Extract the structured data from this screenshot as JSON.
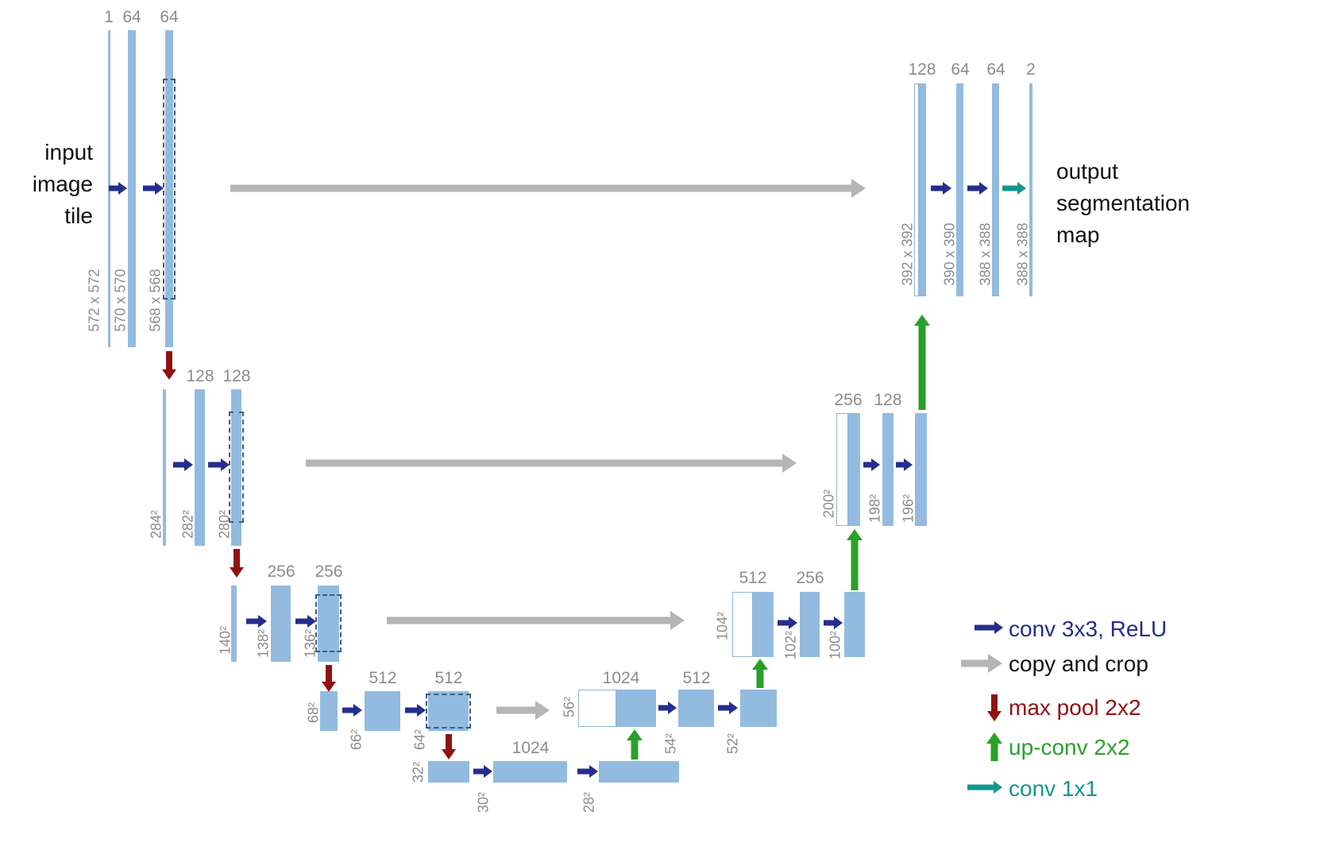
{
  "diagram": {
    "input_label": {
      "line1": "input",
      "line2": "image",
      "line3": "tile"
    },
    "output_label": {
      "line1": "output",
      "line2": "segmentation",
      "line3": "map"
    }
  },
  "encoder": {
    "level1": {
      "channels": [
        "1",
        "64",
        "64"
      ],
      "sizes": [
        "572 x 572",
        "570 x 570",
        "568 x 568"
      ]
    },
    "level2": {
      "channels": [
        "128",
        "128"
      ],
      "sizes": [
        "284²",
        "282²",
        "280²"
      ]
    },
    "level3": {
      "channels": [
        "256",
        "256"
      ],
      "sizes": [
        "140²",
        "138²",
        "136²"
      ]
    },
    "level4": {
      "channels": [
        "512",
        "512"
      ],
      "sizes": [
        "68²",
        "66²",
        "64²"
      ]
    },
    "bottleneck": {
      "channels": [
        "1024"
      ],
      "sizes": [
        "32²",
        "30²",
        "28²"
      ]
    }
  },
  "decoder": {
    "level4": {
      "channels": [
        "1024",
        "512"
      ],
      "sizes": [
        "56²",
        "54²",
        "52²"
      ]
    },
    "level3": {
      "channels": [
        "512",
        "256"
      ],
      "sizes": [
        "104²",
        "102²",
        "100²"
      ]
    },
    "level2": {
      "channels": [
        "256",
        "128"
      ],
      "sizes": [
        "200²",
        "198²",
        "196²"
      ]
    },
    "level1": {
      "channels": [
        "128",
        "64",
        "64",
        "2"
      ],
      "sizes": [
        "392 x 392",
        "390 x 390",
        "388 x 388",
        "388 x 388"
      ]
    }
  },
  "legend": {
    "conv3x3": "conv 3x3, ReLU",
    "copy_crop": "copy and crop",
    "max_pool": "max pool 2x2",
    "up_conv": "up-conv 2x2",
    "conv1x1": "conv 1x1"
  },
  "colors": {
    "feature_bar": "#93bbdf",
    "conv_arrow": "#242e8d",
    "copy_arrow": "#b5b5b5",
    "max_pool_arrow": "#8e1212",
    "up_conv_arrow": "#2aa02a",
    "conv1x1_arrow": "#12968f",
    "label_gray": "#8c8c8c"
  }
}
